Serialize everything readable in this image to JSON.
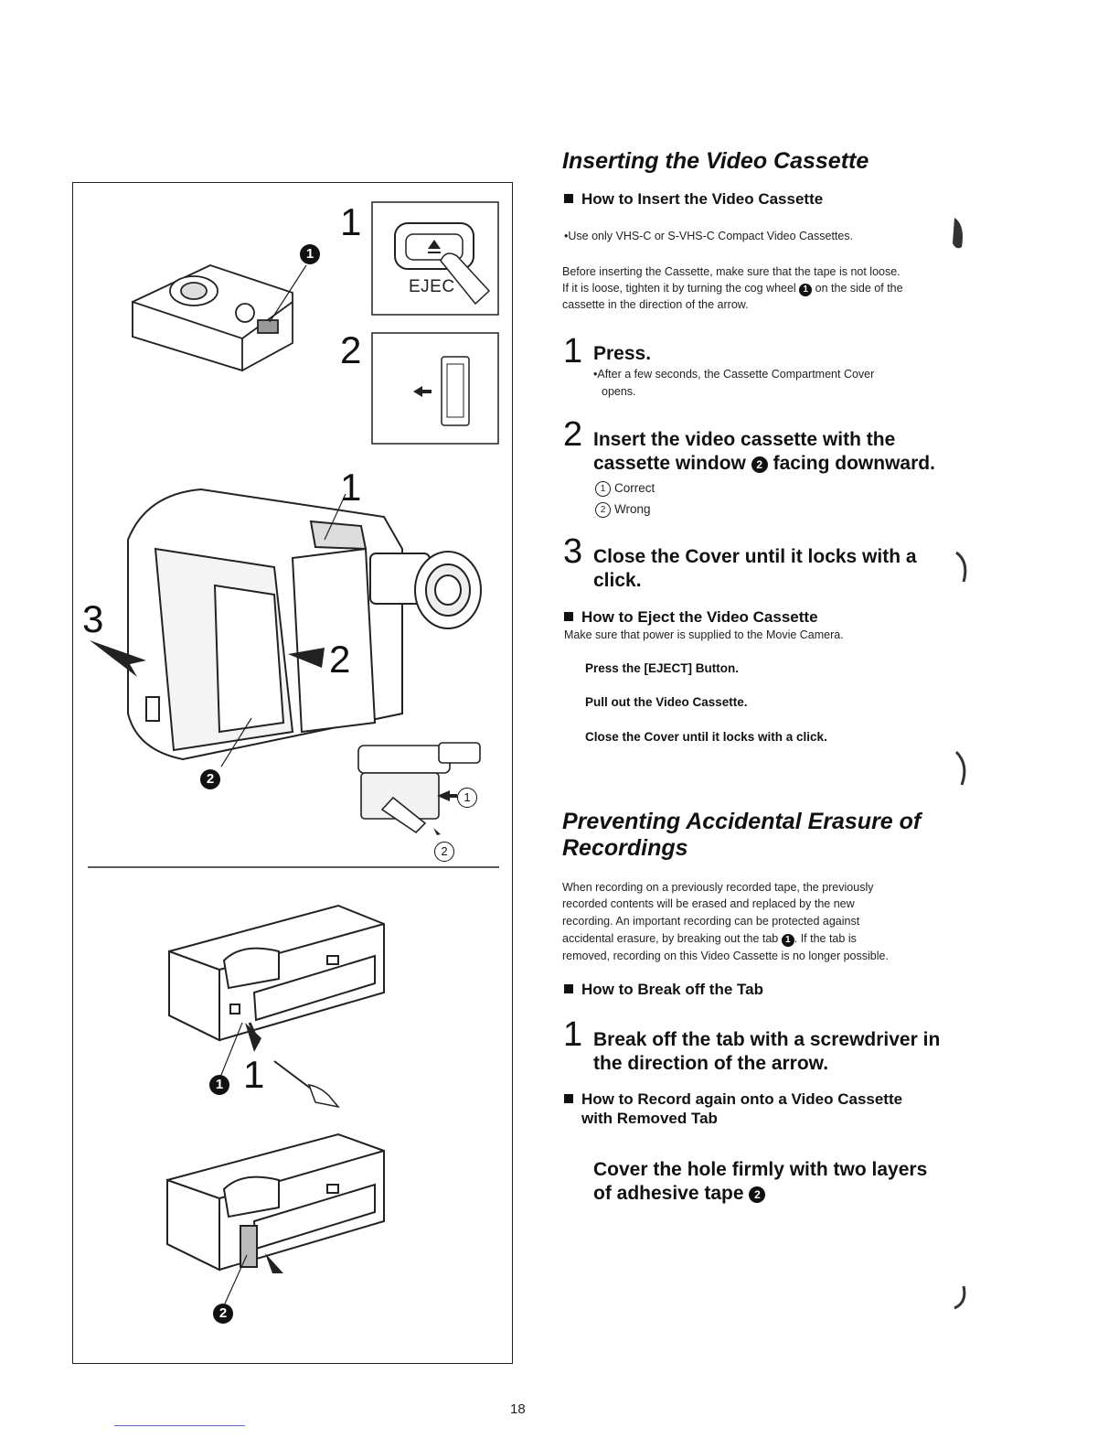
{
  "illustration": {
    "step_labels": [
      "1",
      "2",
      "1",
      "3",
      "2",
      "1"
    ],
    "eject_button_label": "EJEC",
    "callout_filled": [
      "1",
      "2",
      "1",
      "2"
    ],
    "callout_outline": [
      "1",
      "2"
    ]
  },
  "insert_section": {
    "title": "Inserting the Video Cassette",
    "how_to_insert_heading": "How to Insert the Video Cassette",
    "bullet_note": "•Use only VHS-C or S-VHS-C Compact Video Cassettes.",
    "before_note_1": "Before inserting the Cassette, make sure that the tape is not loose.",
    "before_note_2a": "If it is loose, tighten it by turning the cog wheel",
    "before_note_2b": "on the side of the",
    "before_note_3": "cassette in the direction of the arrow.",
    "callout_1": "1",
    "callout_2": "2",
    "steps": [
      {
        "num": "1",
        "text": "Press.",
        "note_1": "•After a few seconds, the Cassette Compartment Cover",
        "note_2": "opens."
      },
      {
        "num": "2",
        "text_line1": "Insert the video cassette with the",
        "text_line2a": "cassette window",
        "text_line2b": "facing downward.",
        "correct": "Correct",
        "wrong": "Wrong",
        "correct_mark": "1",
        "wrong_mark": "2"
      },
      {
        "num": "3",
        "text_line1": "Close the Cover until it locks with a",
        "text_line2": "click."
      }
    ]
  },
  "eject_section": {
    "heading": "How to Eject the Video Cassette",
    "note": "Make sure that power is supplied to the Movie Camera.",
    "steps": [
      "Press the [EJECT] Button.",
      "Pull out the Video Cassette.",
      "Close the Cover until it locks with a click."
    ]
  },
  "erasure_section": {
    "title_line1": "Preventing Accidental Erasure of",
    "title_line2": "Recordings",
    "para_1": "When recording on a previously recorded tape, the previously",
    "para_2": "recorded contents will be erased and replaced by the new",
    "para_3": "recording. An important recording can be protected against",
    "para_4a": "accidental erasure, by breaking out the tab",
    "para_4b": ". If the tab is",
    "para_5": "removed, recording on this Video Cassette is no longer possible.",
    "callout": "1",
    "break_heading": "How to Break off the Tab",
    "break_step_num": "1",
    "break_step_line1": "Break off the tab with a screwdriver in",
    "break_step_line2": "the direction of the arrow.",
    "record_heading_line1": "How to Record again onto a Video Cassette",
    "record_heading_line2": "with Removed Tab",
    "cover_step_line1": "Cover the hole firmly with two layers",
    "cover_step_line2a": "of adhesive tape",
    "cover_callout": "2"
  },
  "page_number": "18"
}
